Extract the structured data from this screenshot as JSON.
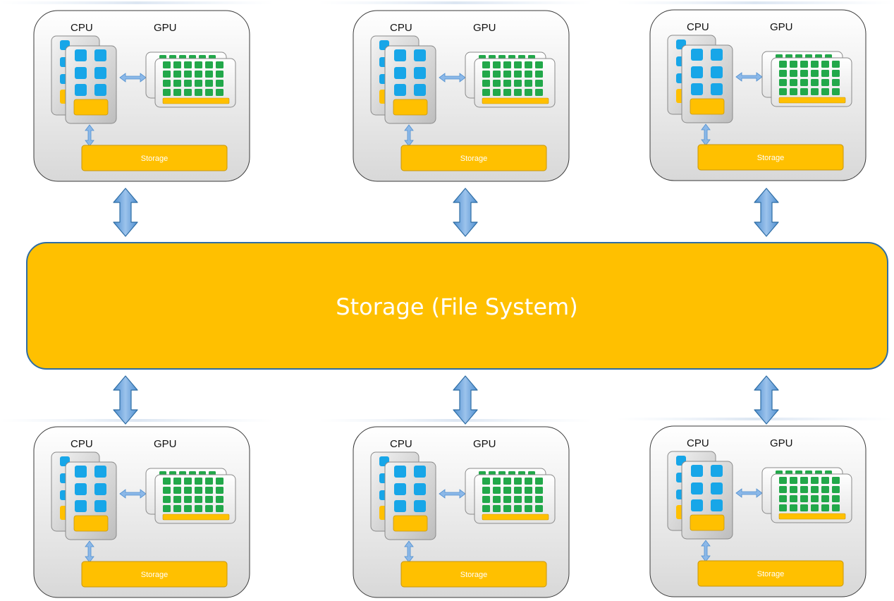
{
  "central_storage": {
    "label": "Storage (File System)"
  },
  "nodes": [
    {
      "cpu_label": "CPU",
      "gpu_label": "GPU",
      "storage_label": "Storage"
    },
    {
      "cpu_label": "CPU",
      "gpu_label": "GPU",
      "storage_label": "Storage"
    },
    {
      "cpu_label": "CPU",
      "gpu_label": "GPU",
      "storage_label": "Storage"
    },
    {
      "cpu_label": "CPU",
      "gpu_label": "GPU",
      "storage_label": "Storage"
    },
    {
      "cpu_label": "CPU",
      "gpu_label": "GPU",
      "storage_label": "Storage"
    },
    {
      "cpu_label": "CPU",
      "gpu_label": "GPU",
      "storage_label": "Storage"
    }
  ],
  "colors": {
    "storage_fill": "#FFC000",
    "storage_stroke": "#C8960A",
    "central_stroke": "#2E6DA4",
    "cpu_core": "#17A6E8",
    "gpu_core": "#22A84A",
    "arrow_fill": "#5B9BD5",
    "arrow_stroke": "#2E6DA4",
    "node_fill_top": "#FFFFFF",
    "node_fill_bottom": "#DCDCDC",
    "node_stroke": "#3A3A3A"
  }
}
